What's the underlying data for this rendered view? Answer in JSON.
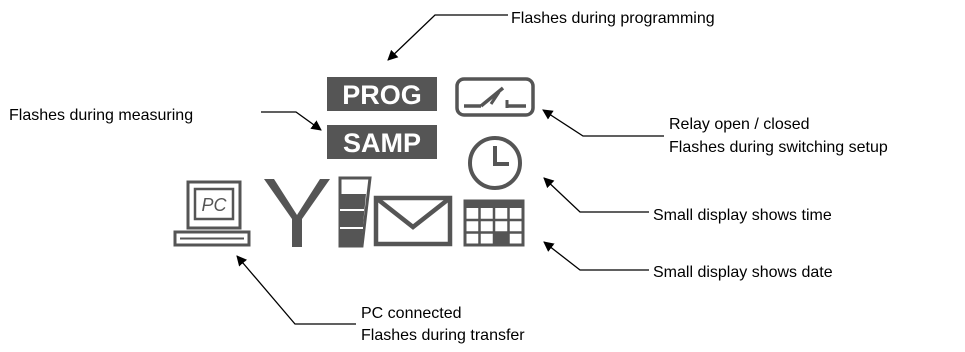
{
  "labels": {
    "programming": "Flashes during programming",
    "measuring": "Flashes during measuring",
    "relay_line1": "Relay open / closed",
    "relay_line2": "Flashes during switching setup",
    "time": "Small display shows time",
    "date": "Small display shows date",
    "pc_line1": "PC connected",
    "pc_line2": "Flashes during transfer"
  },
  "indicators": {
    "prog_text": "PROG",
    "samp_text": "SAMP",
    "pc_text": "PC"
  },
  "colors": {
    "icon": "#555555",
    "line": "#000000",
    "background": "#ffffff"
  }
}
